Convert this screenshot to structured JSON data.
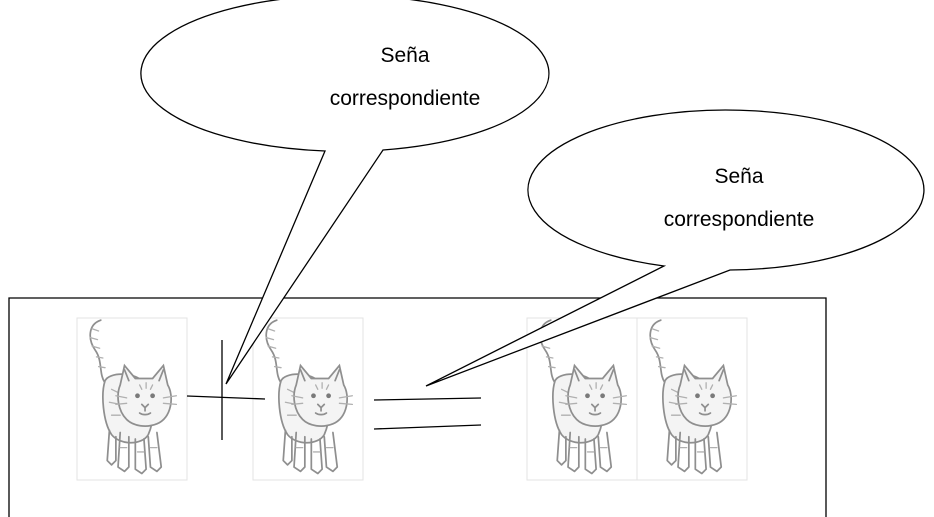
{
  "callouts": [
    {
      "line1": "Seña",
      "line2": "correspondiente"
    },
    {
      "line1": "Seña",
      "line2": "correspondiente"
    }
  ],
  "figure": {
    "cats": [
      "cat-icon",
      "cat-icon",
      "cat-icon",
      "cat-icon"
    ],
    "operators": [
      "plus-sign",
      "equals-sign"
    ]
  }
}
